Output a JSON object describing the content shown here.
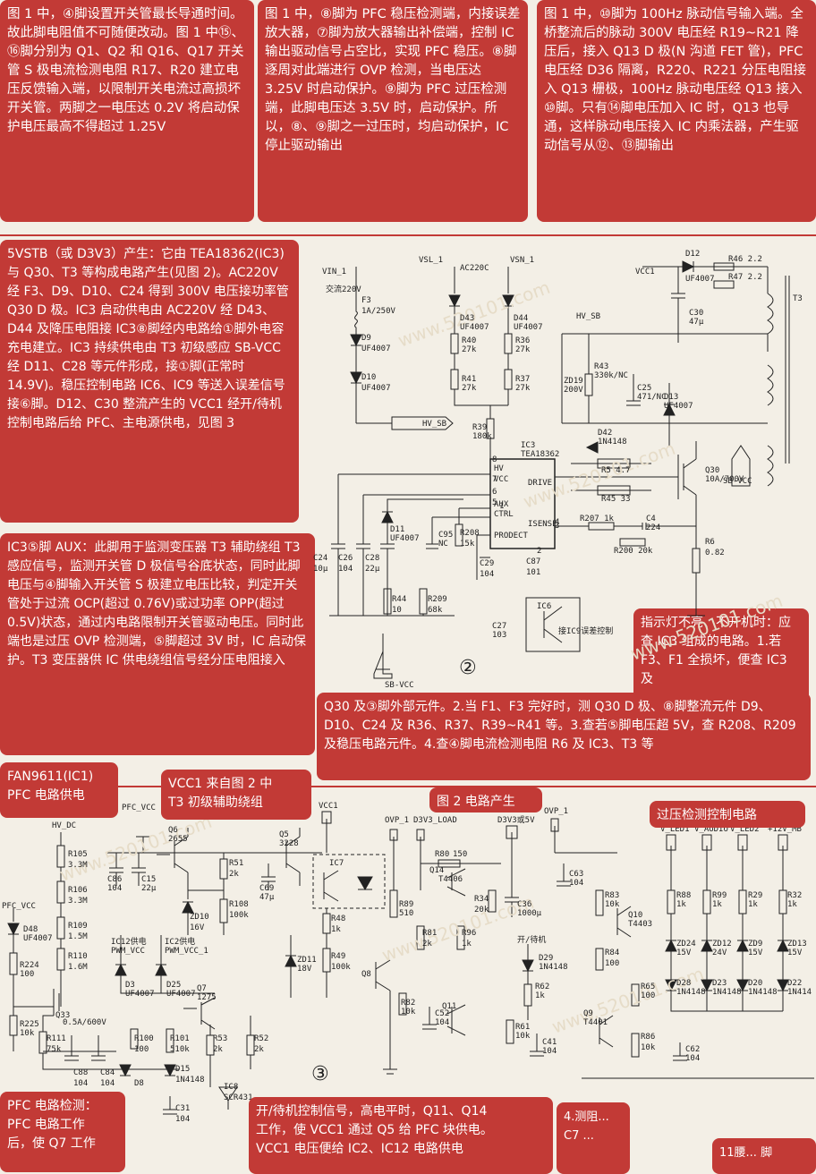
{
  "top_boxes": [
    "图 1 中，④脚设置开关管最长导通时间。故此脚电阻值不可随便改动。图 1 中⑮、⑯脚分别为 Q1、Q2 和 Q16、Q17 开关管 S 极电流检测电阻 R17、R20 建立电压反馈输入端，以限制开关电流过高损坏开关管。两脚之一电压达 0.2V 将启动保护电压最高不得超过 1.25V",
    "图 1 中，⑧脚为 PFC 稳压检测端，内接误差放大器，⑦脚为放大器输出补偿端，控制 IC 输出驱动信号占空比，实现 PFC 稳压。⑧脚逐周对此端进行 OVP 检测，当电压达 3.25V 时启动保护。⑨脚为 PFC 过压检测端，此脚电压达 3.5V 时，启动保护。所以，⑧、⑨脚之一过压时，均启动保护，IC 停止驱动输出",
    "图 1 中，⑩脚为 100Hz 脉动信号输入端。全桥整流后的脉动 300V 电压经 R19~R21 降压后，接入 Q13 D 极(N 沟道 FET 管)，PFC 电压经 D36 隔离，R220、R221 分压电阻接入 Q13 栅极，100Hz 脉动电压经 Q13 接入⑩脚。只有⑭脚电压加入 IC 时，Q13 也导通，这样脉动电压接入 IC 内乘法器，产生驱动信号从⑫、⑬脚输出"
  ],
  "left_boxes": [
    "5VSTB（或 D3V3）产生：它由 TEA18362(IC3)与 Q30、T3 等构成电路产生(见图 2)。AC220V 经 F3、D9、D10、C24 得到 300V 电压接功率管 Q30 D 极。IC3 启动供电由 AC220V 经 D43、D44 及降压电阻接 IC3⑧脚经内电路给①脚外电容充电建立。IC3 持续供电由 T3 初级感应 SB-VCC 经 D11、C28 等元件形成，接①脚(正常时 14.9V)。稳压控制电路 IC6、IC9 等送入误差信号接⑥脚。D12、C30 整流产生的 VCC1 经开/待机控制电路后给 PFC、主电源供电，见图 3",
    "IC3⑤脚 AUX：此脚用于监测变压器 T3 辅助绕组 T3 感应信号，监测开关管 D 极信号谷底状态，同时此脚电压与④脚输入开关管 S 极建立电压比较，判定开关管处于过流 OCP(超过 0.76V)或过功率 OPP(超过 0.5V)状态，通过内电路限制开关管驱动电压。同时此端也是过压 OVP 检测端，⑤脚超过 3V 时，IC 启动保护。T3 变压器供 IC 供电绕组信号经分压电阻接入"
  ],
  "right_box": "指示灯不亮、不开机时：应查 IC3 组成的电路。1.若 F3、F1 全损坏，便查 IC3 及",
  "wide_box": "Q30 及③脚外部元件。2.当 F1、F3 完好时，测 Q30 D 极、⑧脚整流元件 D9、D10、C24 及 R36、R37、R39~R41 等。3.查若⑤脚电压超 5V，查 R208、R209 及稳压电路元件。4.查④脚电流检测电阻 R6 及 IC3、T3 等",
  "callouts": {
    "fan": "FAN9611(IC1)\nPFC 电路供电",
    "vcc1": "VCC1 来自图 2 中\nT3 初级辅助绕组",
    "fig2": "图 2 电路产生",
    "ovp": "过压检测控制电路",
    "pfc_detect": "PFC 电路检测：\nPFC 电路工作\n后，使 Q7 工作",
    "standby": "开/待机控制信号，高电平时，Q11、Q14\n工作，使 VCC1 通过 Q5 给 PFC 块供电。\nVCC1 电压便给 IC2、IC12 电路供电",
    "tail1": "4.测阻...\nC7 ...",
    "tail2": "11腰... 脚"
  },
  "diagram2": {
    "figure_no": "②",
    "labels": [
      "VIN_1",
      "交流220V",
      "F3",
      "1A/250V",
      "D9",
      "UF4007",
      "D10",
      "UF4007",
      "VSL_1",
      "AC220C",
      "VSN_1",
      "D43",
      "UF4007",
      "D44",
      "UF4007",
      "R40",
      "27k",
      "R36",
      "27k",
      "R41",
      "27k",
      "R37",
      "27k",
      "R39",
      "180k",
      "HV_SB",
      "IC3",
      "TEA18362",
      "HV",
      "VCC",
      "AUX",
      "CTRL",
      "PRODECT",
      "DRIVE",
      "ISENSE",
      "VCC1",
      "D12",
      "UF4007",
      "R46 2.2",
      "R47 2.2",
      "T3",
      "HV_SB",
      "C30",
      "47μ",
      "ZD19",
      "200V",
      "R43",
      "330k/NC",
      "C25",
      "471/NC",
      "D13",
      "UF4007",
      "D42",
      "1N4148",
      "R5 4.7",
      "R45 33",
      "Q30",
      "10A/700V",
      "SB-VCC",
      "R207 1k",
      "C4",
      "224",
      "R200 20k",
      "R6",
      "0.82",
      "C24",
      "10μ",
      "C26",
      "104",
      "C28",
      "22μ",
      "D11",
      "UF4007",
      "C95",
      "NC",
      "R208",
      "15k",
      "C29",
      "104",
      "C87",
      "101",
      "R44",
      "10",
      "R209",
      "68k",
      "C27",
      "103",
      "IC6",
      "接IC9误差控制",
      "SB-VCC",
      "1",
      "2",
      "3",
      "4",
      "5",
      "6",
      "7",
      "8"
    ]
  },
  "diagram3": {
    "figure_no": "③",
    "labels": [
      "HV_DC",
      "PFC_VCC",
      "R105",
      "3.3M",
      "R106",
      "3.3M",
      "R109",
      "1.5M",
      "R110",
      "1.6M",
      "PFC_VCC",
      "D48",
      "UF4007",
      "R224",
      "100",
      "R225",
      "10k",
      "Q33",
      "0.5A/600V",
      "R111",
      "75k",
      "C88",
      "104",
      "C84",
      "104",
      "C86",
      "104",
      "C15",
      "22μ",
      "Q6",
      "2655",
      "R51",
      "2k",
      "R108",
      "100k",
      "ZD10",
      "16V",
      "IC12供电",
      "PWM_VCC",
      "IC2供电",
      "PWM_VCC_1",
      "D3",
      "UF4007",
      "D25",
      "UF4007",
      "Q7",
      "1275",
      "R100",
      "100",
      "R101",
      "510k",
      "D15",
      "1N4148",
      "D8",
      "R53",
      "2k",
      "R52",
      "2k",
      "IC8",
      "SCR431",
      "C31",
      "104",
      "C69",
      "47μ",
      "Q5",
      "3228",
      "VCC1",
      "IC7",
      "R48",
      "1k",
      "R49",
      "100k",
      "ZD11",
      "18V",
      "OVP_1",
      "D3V3_LOAD",
      "R80",
      "150",
      "Q14",
      "T4406",
      "R89",
      "510",
      "R81",
      "2k",
      "R96",
      "1k",
      "R34",
      "20k",
      "C36",
      "1000μ",
      "D3V3或5V",
      "Q8",
      "R82",
      "10k",
      "C52",
      "104",
      "Q11",
      "开/待机",
      "D29",
      "1N4148",
      "R62",
      "1k",
      "R61",
      "10k",
      "C41",
      "104",
      "OVP_1",
      "C63",
      "104",
      "R83",
      "10k",
      "R84",
      "100",
      "Q10",
      "T4403",
      "R65",
      "100",
      "Q9",
      "T4401",
      "R86",
      "10k",
      "C62",
      "104",
      "V_LED1",
      "V_AUDIO",
      "V_LED2",
      "+12V_MB",
      "R88",
      "1k",
      "R99",
      "1k",
      "R29",
      "1k",
      "R32",
      "1k",
      "ZD24",
      "15V",
      "ZD12",
      "24V",
      "ZD9",
      "15V",
      "ZD13",
      "15V",
      "D28",
      "1N4148",
      "D23",
      "1N4148",
      "D20",
      "1N4148",
      "D22",
      "1N414"
    ]
  }
}
